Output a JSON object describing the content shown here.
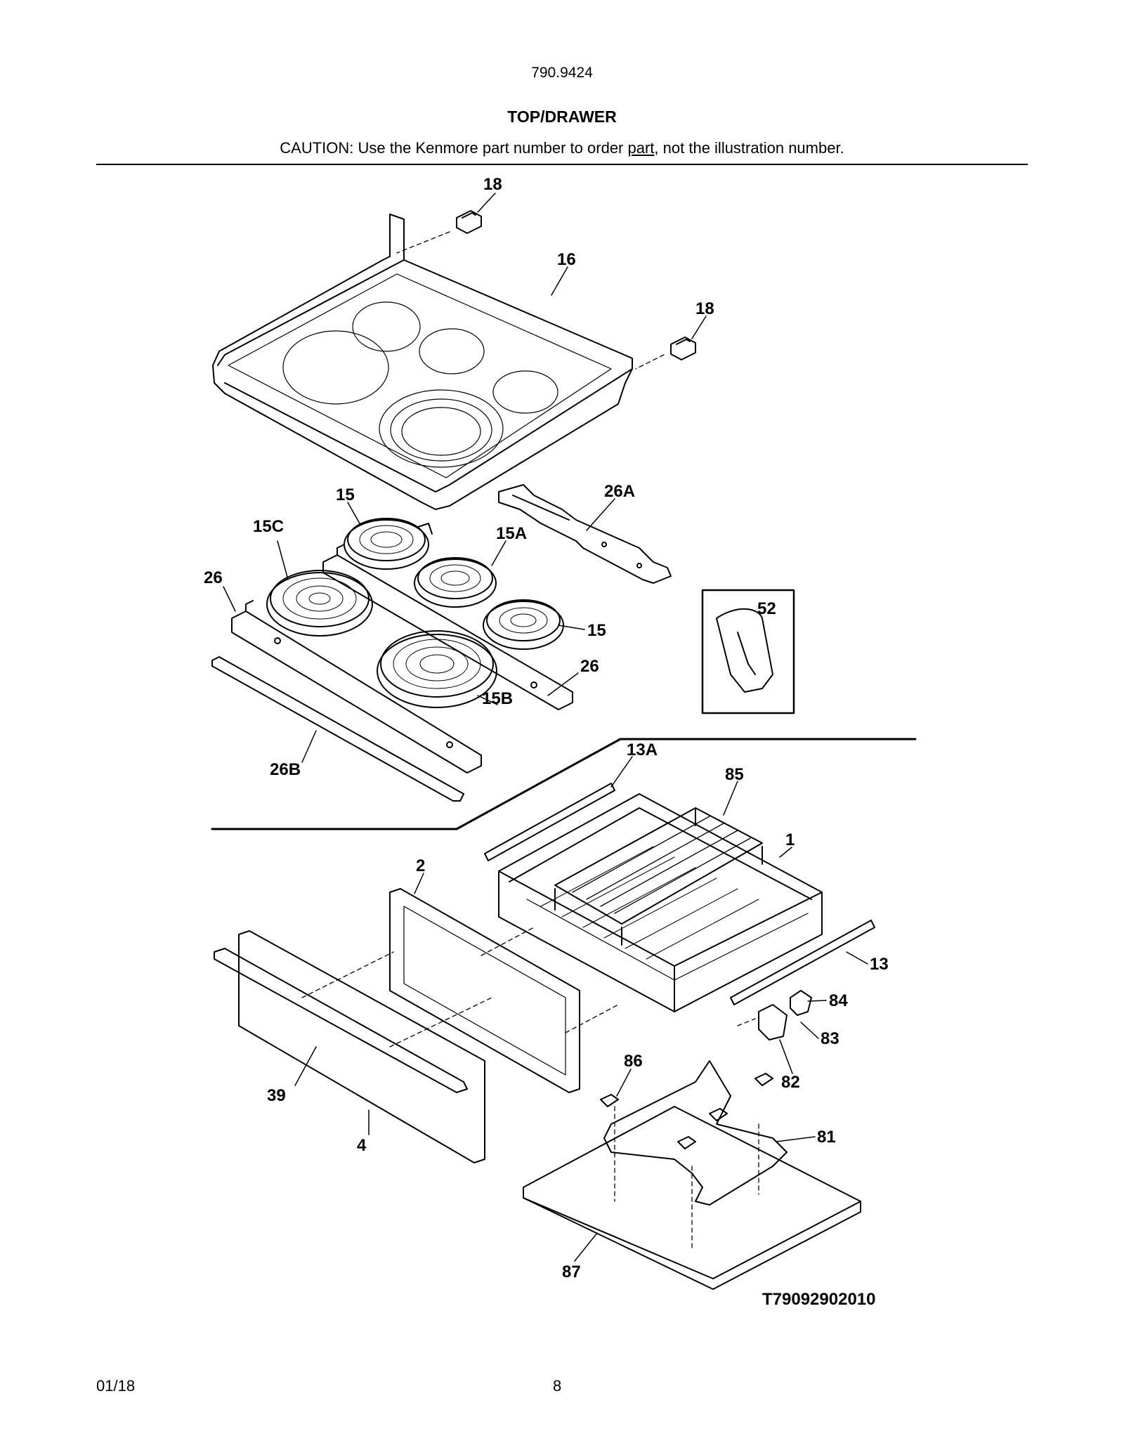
{
  "header": {
    "model_number": "790.9424",
    "section_title": "TOP/DRAWER",
    "caution": {
      "before": "CAUTION: Use the Kenmore part number to order ",
      "underlined": "part",
      "after": ", not the illustration number."
    }
  },
  "callouts": {
    "c18a": "18",
    "c16": "16",
    "c18b": "18",
    "c15a": "15",
    "c15c": "15C",
    "c26a_top": "26A",
    "c15A": "15A",
    "c26": "26",
    "c52": "52",
    "c15b": "15",
    "c26b": "26",
    "c15B": "15B",
    "c26B": "26B",
    "c13A": "13A",
    "c85": "85",
    "c1": "1",
    "c2": "2",
    "c13": "13",
    "c84": "84",
    "c83": "83",
    "c86": "86",
    "c82": "82",
    "c39": "39",
    "c81": "81",
    "c4": "4",
    "c87": "87"
  },
  "figure_id": "T79092902010",
  "footer": {
    "date": "01/18",
    "page": "8"
  }
}
